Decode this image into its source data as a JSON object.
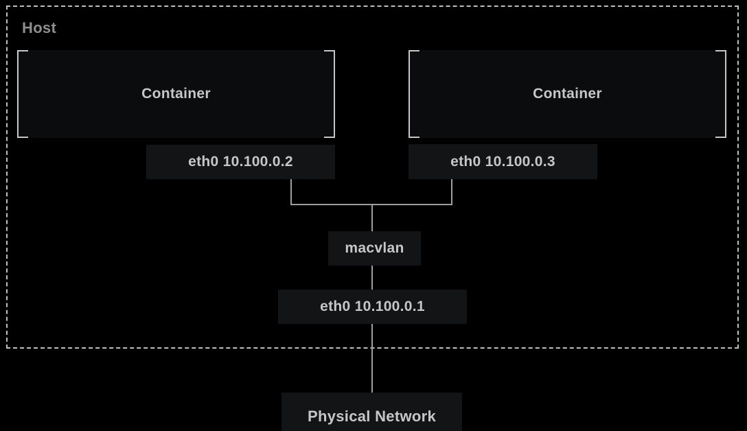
{
  "diagram": {
    "host_label": "Host",
    "containers": [
      {
        "label": "Container",
        "interface": "eth0 10.100.0.2"
      },
      {
        "label": "Container",
        "interface": "eth0 10.100.0.3"
      }
    ],
    "macvlan_label": "macvlan",
    "host_interface": "eth0 10.100.0.1",
    "physical_network_label": "Physical Network"
  },
  "colors": {
    "background": "#000000",
    "node_fill": "#0b0c0d",
    "pill_fill": "#131416",
    "text": "#c7c7c7",
    "muted_text": "#8e8e8e",
    "line": "#9e9e9e",
    "dash_border": "#bfbfbf",
    "bracket": "#c8c8c8"
  }
}
